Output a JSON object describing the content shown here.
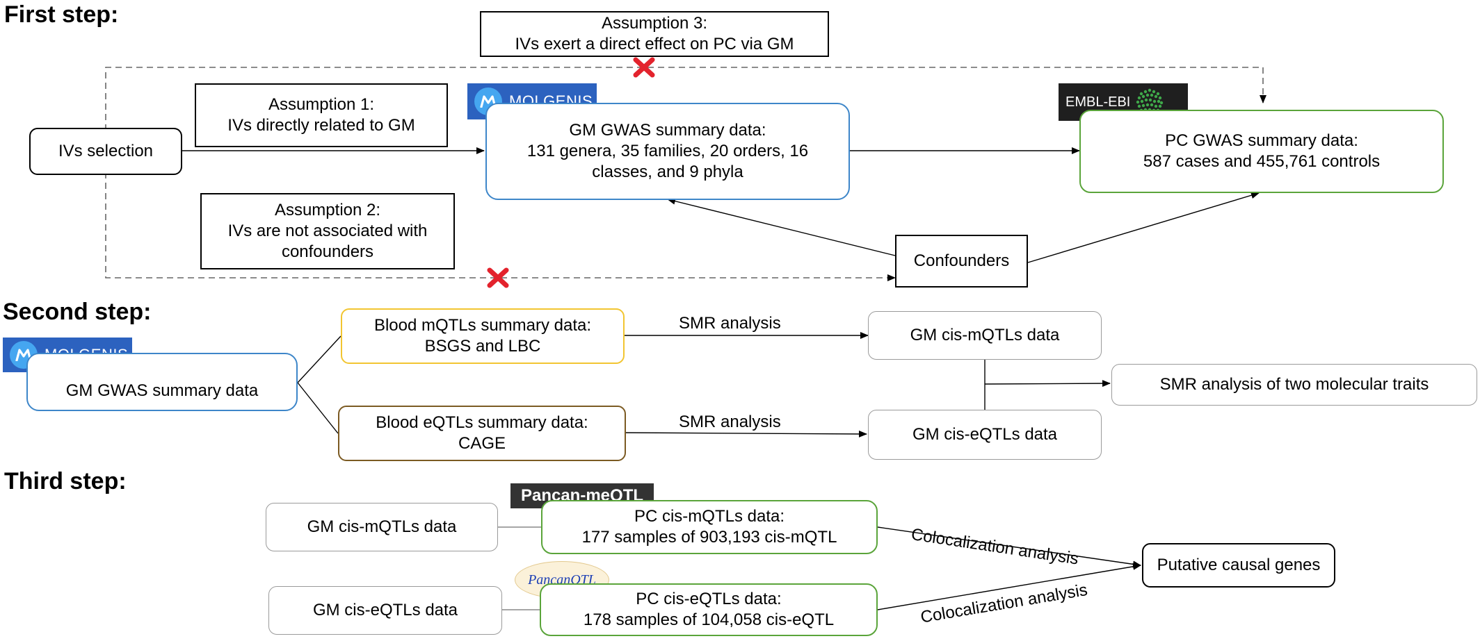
{
  "steps": {
    "first": "First step:",
    "second": "Second step:",
    "third": "Third step:"
  },
  "first_step": {
    "assumption3": "Assumption 3:\nIVs exert a direct effect on PC via GM",
    "assumption1": "Assumption 1:\nIVs directly related to GM",
    "assumption2": "Assumption 2:\nIVs are not associated with\nconfounders",
    "ivs_selection": "IVs selection",
    "gm_gwas": "GM GWAS summary data:\n131 genera, 35 families, 20 orders, 16\nclasses, and 9 phyla",
    "pc_gwas": "PC GWAS summary data:\n587 cases and 455,761 controls",
    "confounders": "Confounders",
    "molgenis_logo": "MOLGENIS",
    "ebi_logo": "EMBL-EBI"
  },
  "second_step": {
    "molgenis_logo": "MOLGENIS",
    "gm_gwas": "GM GWAS summary data",
    "blood_mqtls": "Blood mQTLs summary data:\nBSGS and LBC",
    "blood_eqtls": "Blood eQTLs summary data:\nCAGE",
    "gm_cis_mqtls": "GM cis-mQTLs data",
    "gm_cis_eqtls": "GM cis-eQTLs data",
    "smr_two_traits": "SMR analysis of two molecular traits",
    "smr_label_top": "SMR analysis",
    "smr_label_bottom": "SMR analysis"
  },
  "third_step": {
    "gm_cis_mqtls": "GM cis-mQTLs data",
    "gm_cis_eqtls": "GM cis-eQTLs data",
    "pc_cis_mqtls": "PC cis-mQTLs data:\n177 samples of 903,193 cis-mQTL",
    "pc_cis_eqtls": "PC cis-eQTLs data:\n178 samples of 104,058 cis-eQTL",
    "putative": "Putative causal genes",
    "coloc_top": "Colocalization analysis",
    "coloc_bottom": "Colocalization analysis",
    "pancan_meqtl_logo": "Pancan-meQTL",
    "pancanqtl_logo": "PancanQTL"
  },
  "colors": {
    "blue_border": "#3d86c9",
    "green_border": "#5aa43a",
    "yellow_border": "#f2c531",
    "brown_border": "#7b5a22",
    "gray_border": "#9a9a9a",
    "cross": "#e3232d"
  }
}
